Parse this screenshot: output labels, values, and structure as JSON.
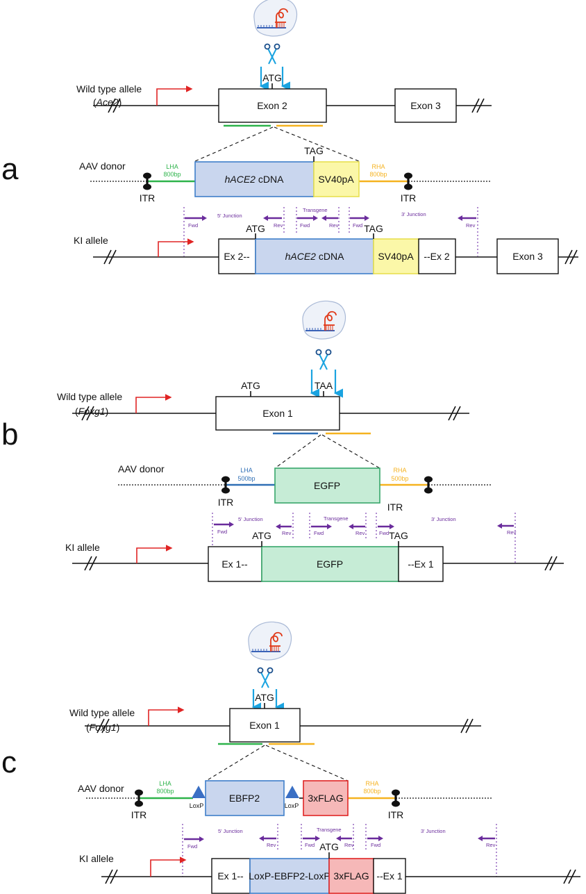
{
  "panels": {
    "a": {
      "letter": "a",
      "wt_label": "Wild type allele",
      "wt_gene": "Ace2",
      "atg": "ATG",
      "exon_main": "Exon 2",
      "exon_next": "Exon 3",
      "donor_label": "AAV donor",
      "lha": "LHA",
      "lha_size": "800bp",
      "rha": "RHA",
      "rha_size": "800bp",
      "itr": "ITR",
      "cdna_italic": "hACE2",
      "cdna_rest": " cDNA",
      "tag": "TAG",
      "polya": "SV40pA",
      "ki_label": "KI allele",
      "ki_ex_left": "Ex 2--",
      "ki_ex_right": "--Ex 2",
      "junction5": "5' Junction",
      "junction3": "3' Junction",
      "transgene": "Transgene",
      "fwd": "Fwd",
      "rev": "Rev"
    },
    "b": {
      "letter": "b",
      "wt_label": "Wild type allele",
      "wt_gene": "Foxg1",
      "atg": "ATG",
      "taa": "TAA",
      "exon_main": "Exon 1",
      "donor_label": "AAV donor",
      "lha": "LHA",
      "lha_size": "500bp",
      "rha": "RHA",
      "rha_size": "500bp",
      "itr": "ITR",
      "insert": "EGFP",
      "tag": "TAG",
      "ki_label": "KI allele",
      "ki_ex_left": "Ex 1--",
      "ki_ex_right": "--Ex 1",
      "junction5": "5' Junction",
      "junction3": "3' Junction",
      "transgene": "Transgene",
      "fwd": "Fwd",
      "rev": "Rev"
    },
    "c": {
      "letter": "c",
      "wt_label": "Wild type allele",
      "wt_gene": "Foxg1",
      "atg": "ATG",
      "exon_main": "Exon 1",
      "donor_label": "AAV donor",
      "lha": "LHA",
      "lha_size": "800bp",
      "rha": "RHA",
      "rha_size": "800bp",
      "itr": "ITR",
      "loxp": "LoxP",
      "ebfp": "EBFP2",
      "flag": "3xFLAG",
      "ki_label": "KI allele",
      "ki_ex_left": "Ex 1--",
      "ki_ex_right": "--Ex 1",
      "ki_lox": "LoxP-EBFP2-LoxP",
      "junction5": "5' Junction",
      "junction3": "3' Junction",
      "transgene": "Transgene",
      "fwd": "Fwd",
      "rev": "Rev"
    }
  },
  "colors": {
    "lha_a": "#2db34a",
    "rha": "#f5b21f",
    "lha_b": "#2f6fb5",
    "primer": "#6a2c9c",
    "promoter": "#e02424",
    "cut": "#1aa3e0"
  }
}
